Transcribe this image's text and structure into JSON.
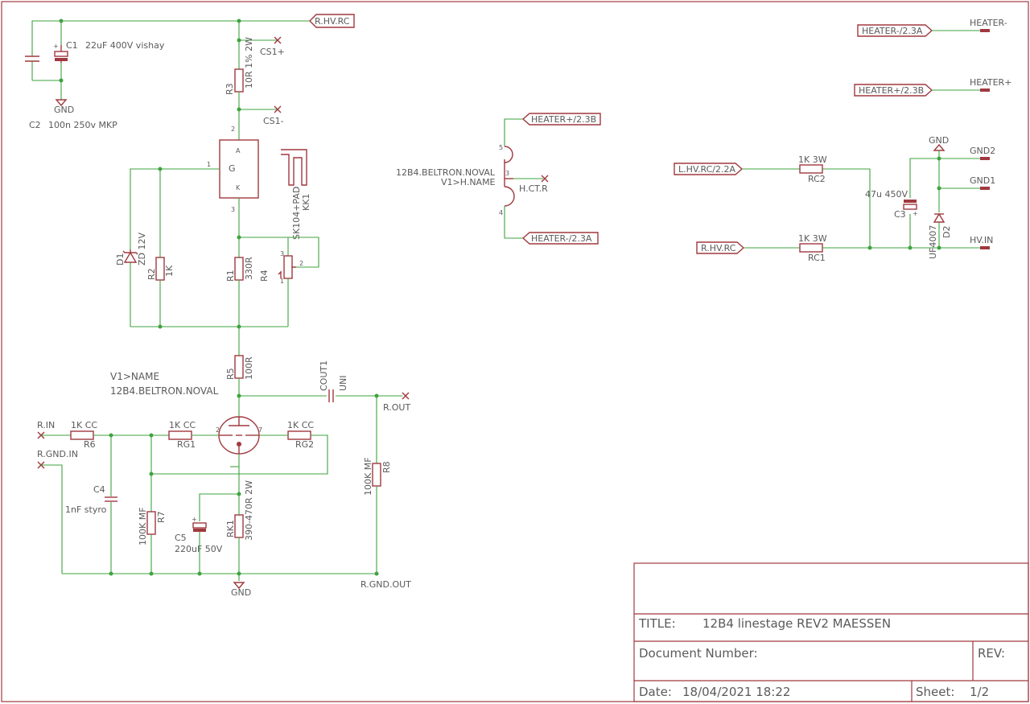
{
  "labels": {
    "r_hv_rc_top": "R.HV.RC",
    "c1": "C1",
    "c1_value": "22uF 400V vishay",
    "gnd": "GND",
    "c2": "C2",
    "c2_value": "100n 250v MKP",
    "r3": "R3",
    "r3_value": "10R 1% 2W",
    "cs_plus": "CS1+",
    "cs_minus": "CS1-",
    "pin_1": "1",
    "pin_2": "2",
    "pin_3": "3",
    "pin_4": "4",
    "pin_5": "5",
    "pin_a": "A",
    "pin_g": "G",
    "pin_k": "K",
    "kk1": "KK1",
    "kk1_value": "SK104+PAD",
    "d1": "D1",
    "d1_value": "ZD 12V",
    "r2": "R2",
    "r2_value": "1K",
    "r1": "R1",
    "r1_value": "330R",
    "r4": "R4",
    "r5": "R5",
    "r5_value": "100R",
    "v1_name": "V1>NAME",
    "v1_type": "12B4.BELTRON.NOVAL",
    "cout1": "COUT1",
    "cout1_value": "UNI",
    "r_out": "R.OUT",
    "r_in": "R.IN",
    "r_gnd_in": "R.GND.IN",
    "r6_value": "1K CC",
    "r6": "R6",
    "rg1_value": "1K CC",
    "rg1": "RG1",
    "rg2_value": "1K CC",
    "rg2": "RG2",
    "c4": "C4",
    "c4_value": "1nF styro",
    "r7": "R7",
    "r7_value": "100K MF",
    "c5": "C5",
    "c5_value": "220uF 50V",
    "rk1": "RK1",
    "rk1_value": "390-470R 2W",
    "r8": "R8",
    "r8_value": "100K MF",
    "r_gnd_out": "R.GND.OUT",
    "heater_type": "12B4.BELTRON.NOVAL",
    "heater_name": "V1>H.NAME",
    "heater_plus_b": "HEATER+/2.3B",
    "heater_minus_a": "HEATER-/2.3A",
    "h_ct_r": "H.CT.R",
    "heater_minus_a2": "HEATER-/2.3A",
    "heater_minus": "HEATER-",
    "heater_plus_b2": "HEATER+/2.3B",
    "heater_plus": "HEATER+",
    "l_hv_rc": "L.HV.RC/2.2A",
    "rc2_value": "1K 3W",
    "rc2": "RC2",
    "r_hv_rc_right": "R.HV.RC",
    "rc1_value": "1K 3W",
    "rc1": "RC1",
    "c3": "C3",
    "c3_value": "47u 450V",
    "d2": "D2",
    "d2_value": "UF4007",
    "gnd_top": "GND",
    "gnd2": "GND2",
    "gnd1": "GND1",
    "hv_in": "HV.IN",
    "plus": "+"
  },
  "title_block": {
    "title_label": "TITLE:",
    "title": "12B4 linestage REV2 MAESSEN",
    "docnum_label": "Document Number:",
    "rev_label": "REV:",
    "date_label": "Date:",
    "date": "18/04/2021 18:22",
    "sheet_label": "Sheet:",
    "sheet": "1/2"
  },
  "colors": {
    "wire": "#3fa33f",
    "part": "#a0393f",
    "text": "#5a5a5a"
  }
}
